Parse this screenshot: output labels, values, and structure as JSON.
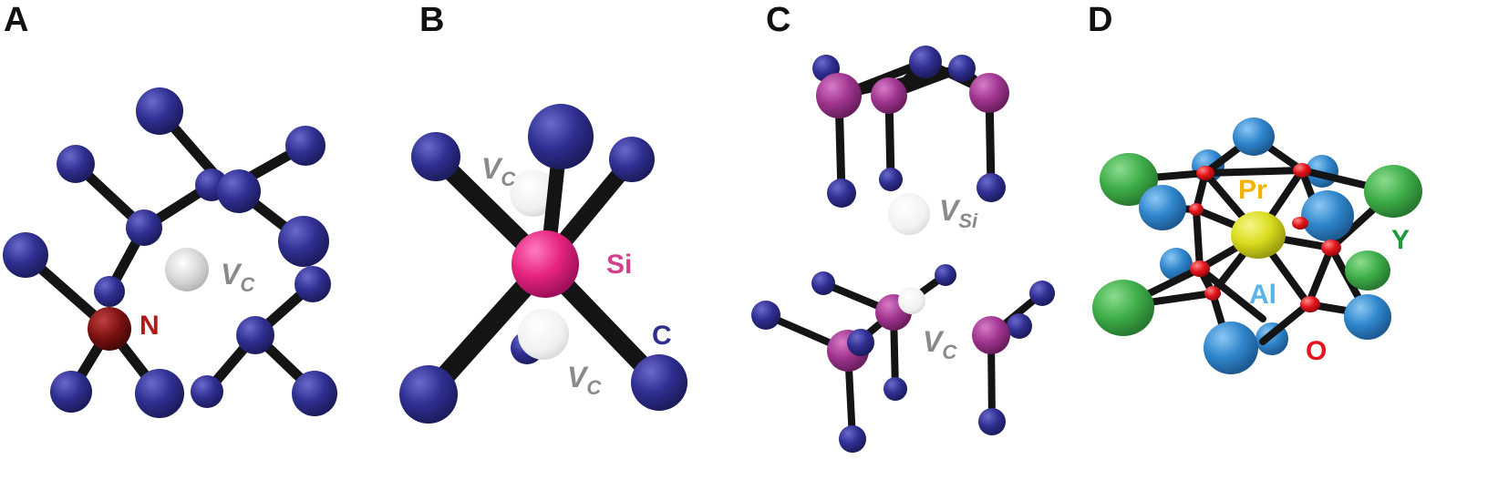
{
  "panels": {
    "a": {
      "letter": "A",
      "labels": {
        "n": "N",
        "v": "V",
        "v_sub": "C"
      },
      "colors": {
        "carbon": "#2e2e8f",
        "nitrogen": "#7a1010",
        "vacancy": "#cfcfcf",
        "n_label": "#b01a1a",
        "v_label": "#8a8a8a"
      }
    },
    "b": {
      "letter": "B",
      "labels": {
        "si": "Si",
        "c": "C",
        "v1": "V",
        "v1_sub": "C",
        "v2": "V",
        "v2_sub": "C"
      },
      "colors": {
        "carbon": "#2e2e8f",
        "silicon": "#e6237e",
        "vacancy": "#f2f2f2",
        "si_label": "#d43f8d",
        "c_label": "#2e2e8f",
        "v_label": "#8a8a8a"
      }
    },
    "c": {
      "letter": "C",
      "labels": {
        "v_si": "V",
        "v_si_sub": "Si",
        "v_c": "V",
        "v_c_sub": "C"
      },
      "colors": {
        "carbon": "#2e2e8f",
        "silicon": "#a0358f",
        "vacancy": "#f0f0f0",
        "v_label": "#8a8a8a"
      }
    },
    "d": {
      "letter": "D",
      "labels": {
        "pr": "Pr",
        "y": "Y",
        "al": "Al",
        "o": "O"
      },
      "colors": {
        "pr": "#d9dc1c",
        "y": "#3fae49",
        "al": "#2f86cc",
        "o": "#e3141b",
        "pr_label": "#f0b400",
        "y_label": "#1f9a3a",
        "al_label": "#56b4e9",
        "o_label": "#e3141b"
      }
    }
  }
}
